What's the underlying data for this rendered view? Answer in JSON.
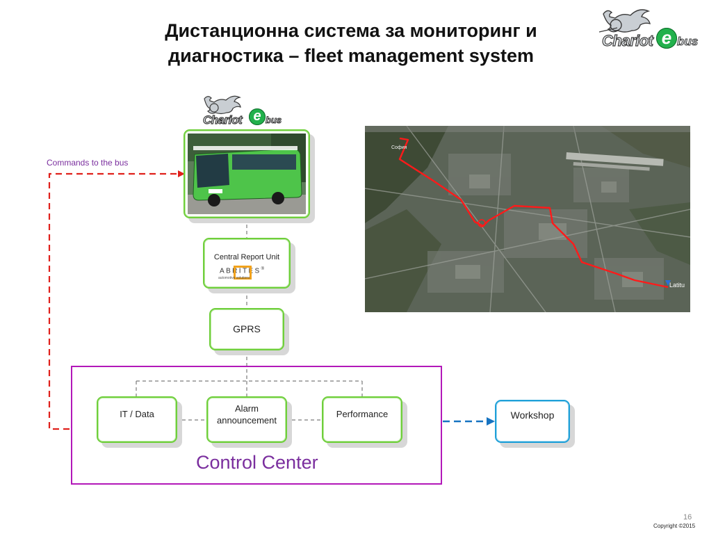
{
  "title": {
    "line1": "Дистанционна система за мониторинг и",
    "line2": "диагностика – fleet management system"
  },
  "logo": {
    "chariot": "Chariot",
    "e": "e",
    "bus": "bus"
  },
  "diagram": {
    "commands_label": "Commands to the bus",
    "cru_title": "Central Report Unit",
    "abrites_name": "ABRITES",
    "abrites_reg": "®",
    "abrites_tagline": "automotive solutions",
    "gprs": "GPRS",
    "it_data": "IT / Data",
    "alarm_line1": "Alarm",
    "alarm_line2": "announcement",
    "performance": "Performance",
    "workshop": "Workshop",
    "control_center": "Control Center"
  },
  "map": {
    "label_start": "София",
    "label_end": "Latitu"
  },
  "footer": {
    "page_number": "16",
    "copyright": "Copyright ©2015"
  },
  "colors": {
    "arrow_red": "#e0201b",
    "arrow_blue": "#1673c1",
    "box_green": "#6fcf3b",
    "box_blue": "#1fa0d8",
    "frame_purple": "#b218b9",
    "label_purple": "#7a2e9e",
    "route_red": "#ff1a1a",
    "bus_green": "#4ec44a"
  },
  "icons": {
    "logo_top": "chariot-ebus-logo",
    "logo_center": "chariot-ebus-logo",
    "bus_photo": "electric-bus-photo",
    "map_image": "aerial-satellite-map",
    "route": "route-line-icon"
  }
}
